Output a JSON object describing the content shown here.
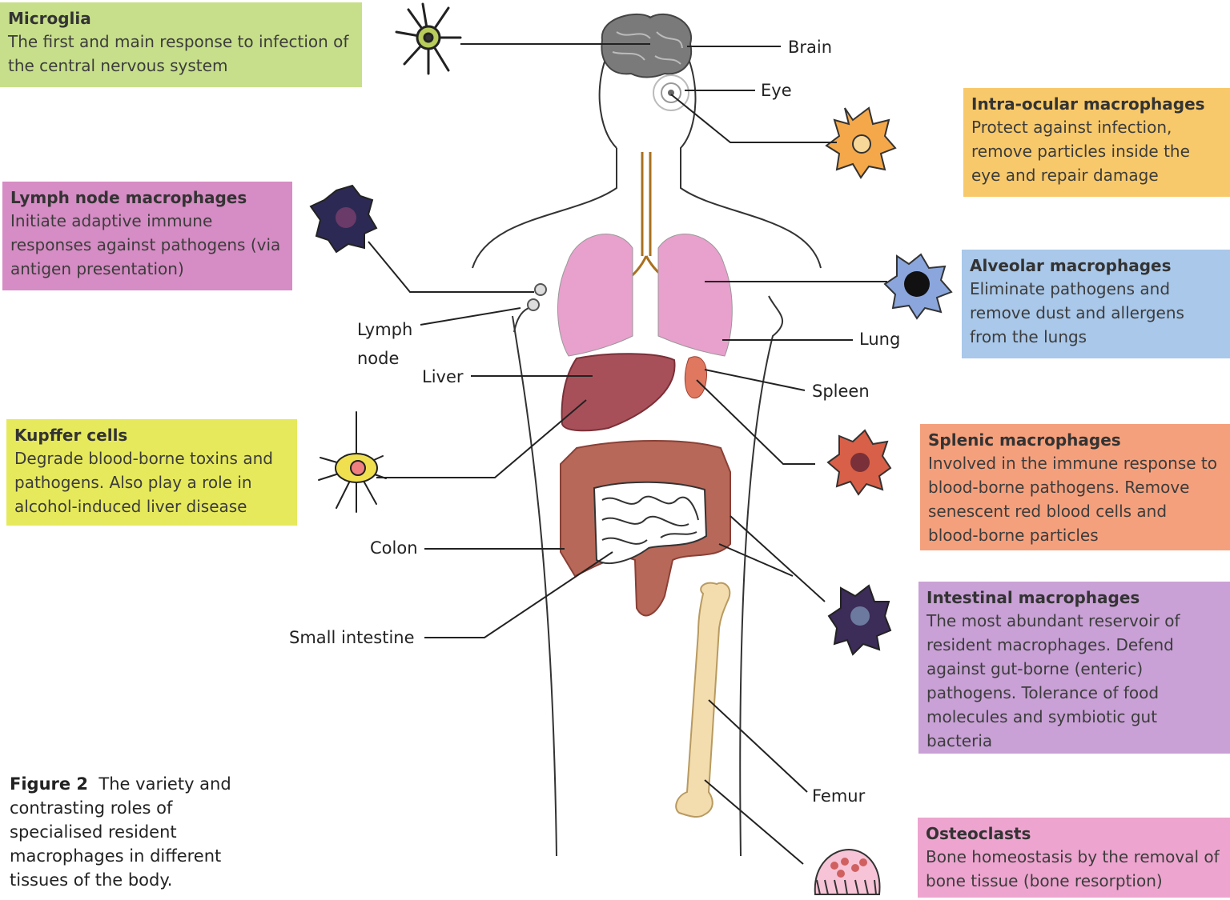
{
  "boxes": {
    "microglia": {
      "title": "Microglia",
      "text": "The first and main response to infection of the central nervous system",
      "color": "#c7df8a"
    },
    "lymph_node": {
      "title": "Lymph node macrophages",
      "text": "Initiate adaptive immune responses against pathogens (via antigen presentation)",
      "color": "#d68cc4"
    },
    "kupffer": {
      "title": "Kupffer cells",
      "text": "Degrade blood-borne toxins and pathogens. Also play a role in alcohol-induced liver disease",
      "color": "#e6e95c"
    },
    "intraocular": {
      "title": "Intra-ocular macrophages",
      "text": "Protect against infection, remove particles inside the eye and repair damage",
      "color": "#f8c96a"
    },
    "alveolar": {
      "title": "Alveolar macrophages",
      "text": "Eliminate pathogens and remove dust and allergens from the lungs",
      "color": "#a9c8ea"
    },
    "splenic": {
      "title": "Splenic macrophages",
      "text": "Involved in the immune response to blood-borne pathogens. Remove senescent red blood cells and blood-borne particles",
      "color": "#f5a07c"
    },
    "intestinal": {
      "title": "Intestinal macrophages",
      "text": "The most abundant reservoir of resident macrophages. Defend against gut-borne (enteric) pathogens. Tolerance of food molecules and symbiotic gut bacteria",
      "color": "#c9a1d6"
    },
    "osteoclasts": {
      "title": "Osteoclasts",
      "text": "Bone homeostasis by the removal of bone tissue (bone resorption)",
      "color": "#eda5cf"
    }
  },
  "labels": {
    "brain": "Brain",
    "eye": "Eye",
    "lymph_node": "Lymph node",
    "liver": "Liver",
    "lung": "Lung",
    "spleen": "Spleen",
    "colon": "Colon",
    "small_intestine": "Small intestine",
    "femur": "Femur"
  },
  "caption": {
    "figure": "Figure 2",
    "text": "The variety and contrasting roles of specialised resident macrophages in different tissues of the body."
  },
  "colors": {
    "lung": "#e8a0cc",
    "liver": "#a8505a",
    "spleen": "#e07860",
    "colon": "#b86858",
    "femur": "#f3dcae",
    "brain": "#7a7a7a"
  }
}
